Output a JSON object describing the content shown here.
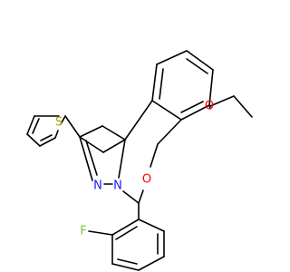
{
  "molecule": {
    "atoms": {
      "sulfur": "S",
      "nitrogen_a": "N",
      "nitrogen_b": "N",
      "oxygen_ring": "O",
      "oxygen_ether": "O",
      "fluorine": "F"
    },
    "colors": {
      "bond": "#000000",
      "S": "#b8a000",
      "N": "#1a1aff",
      "O": "#ff0000",
      "F": "#7cc23a"
    }
  }
}
